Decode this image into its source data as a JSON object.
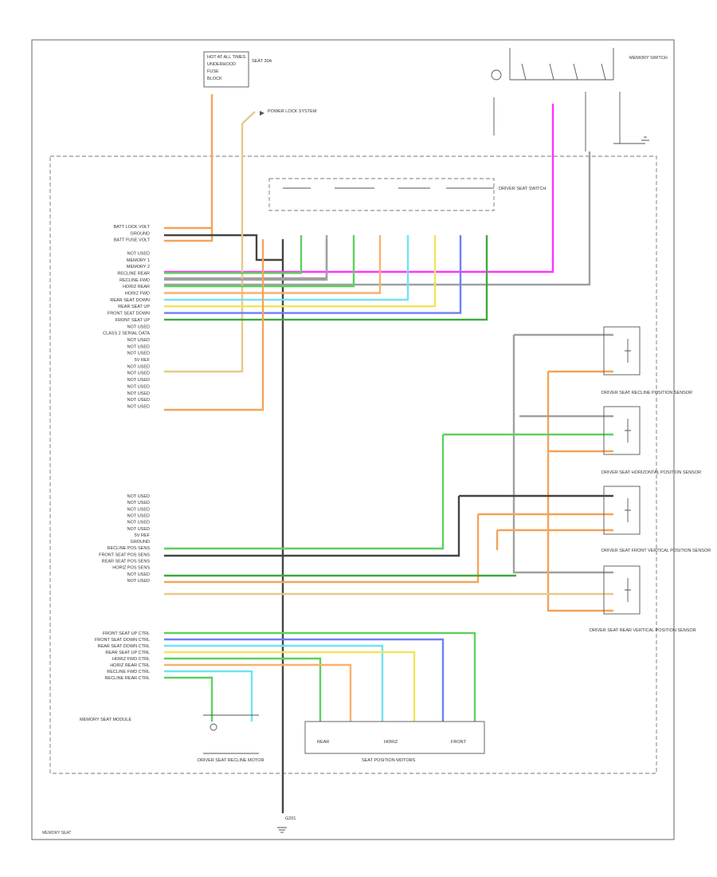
{
  "components": {
    "fuse_panel": {
      "lines": [
        "HOT AT ALL TIMES",
        "UNDERHOOD",
        "FUSE",
        "BLOCK"
      ],
      "fuse": "SEAT 30A"
    },
    "power_lock": {
      "label": "POWER LOCK SYSTEM"
    },
    "memory_switch": {
      "label": "MEMORY SWITCH"
    },
    "seat_switch_assembly": {
      "label": "DRIVER SEAT SWITCH"
    },
    "recline_motor": {
      "label": "DRIVER SEAT RECLINE MOTOR"
    },
    "power_seat_motors": {
      "label": "SEAT POSITION MOTORS",
      "motor_labels": [
        "REAR",
        "HORIZ",
        "FRONT"
      ]
    },
    "module": {
      "label": "MEMORY SEAT MODULE"
    },
    "sensor_1": {
      "label": "DRIVER SEAT RECLINE POSITION SENSOR"
    },
    "sensor_2": {
      "label": "DRIVER SEAT HORIZONTAL POSITION SENSOR"
    },
    "sensor_3": {
      "label": "DRIVER SEAT FRONT VERTICAL POSITION SENSOR"
    },
    "sensor_4": {
      "label": "DRIVER SEAT REAR VERTICAL POSITION SENSOR"
    },
    "ground": {
      "lines": [
        "G201"
      ]
    },
    "footer": {
      "text": "MEMORY SEAT"
    }
  },
  "module_pins": [
    "BATT LOCK VOLT",
    "GROUND",
    "BATT FUSE VOLT",
    "",
    "NOT USED",
    "MEMORY 1",
    "MEMORY 2",
    "RECLINE REAR",
    "RECLINE FWD",
    "HORIZ REAR",
    "HORIZ FWD",
    "REAR SEAT DOWN",
    "REAR SEAT UP",
    "FRONT SEAT DOWN",
    "FRONT SEAT UP",
    "NOT USED",
    "CLASS 2 SERIAL DATA",
    "NOT USED",
    "NOT USED",
    "NOT USED",
    "5V REF",
    "NOT USED",
    "NOT USED",
    "NOT USED",
    "NOT USED",
    "NOT USED",
    "NOT USED",
    "NOT USED",
    "",
    "NOT USED",
    "NOT USED",
    "NOT USED",
    "NOT USED",
    "NOT USED",
    "NOT USED",
    "5V REF",
    "GROUND",
    "RECLINE POS SENS",
    "FRONT SEAT POS SENS",
    "REAR SEAT POS SENS",
    "HORIZ POS SENS",
    "NOT USED",
    "NOT USED",
    "",
    "FRONT SEAT UP CTRL",
    "FRONT SEAT DOWN CTRL",
    "REAR SEAT DOWN CTRL",
    "REAR SEAT UP CTRL",
    "HORIZ FWD CTRL",
    "HORIZ REAR CTRL",
    "RECLINE FWD CTRL",
    "RECLINE REAR CTRL"
  ],
  "colors": {
    "orange": "#f5a35a",
    "black": "#444444",
    "magenta": "#ff33ff",
    "gray": "#a0a0a0",
    "green": "#5fcf5f",
    "orange2": "#f8b26a",
    "light_blue": "#6fe3f0",
    "yellow": "#f3e45c",
    "blue": "#6f7ff5",
    "dark_green": "#3caa3c",
    "tan": "#e6c98a"
  }
}
